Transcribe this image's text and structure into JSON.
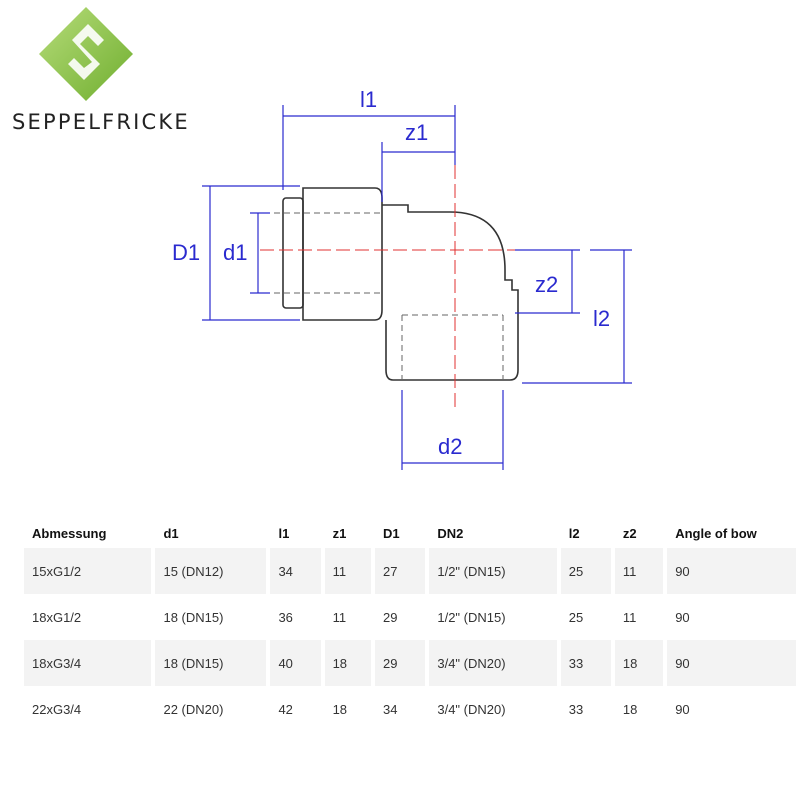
{
  "logo": {
    "text": "SEPPELFRICKE",
    "color": "#8dc63f"
  },
  "drawing": {
    "labels": {
      "l1": "l1",
      "z1": "z1",
      "D1": "D1",
      "d1": "d1",
      "z2": "z2",
      "l2": "l2",
      "d2": "d2"
    },
    "dim_color": "#2a2acf",
    "axis_color": "#e03030"
  },
  "table": {
    "headers": [
      "Abmessung",
      "d1",
      "l1",
      "z1",
      "D1",
      "DN2",
      "l2",
      "z2",
      "Angle of bow"
    ],
    "rows": [
      [
        "15xG1/2",
        "15 (DN12)",
        "34",
        "11",
        "27",
        "1/2\" (DN15)",
        "25",
        "11",
        "90"
      ],
      [
        "18xG1/2",
        "18 (DN15)",
        "36",
        "11",
        "29",
        "1/2\" (DN15)",
        "25",
        "11",
        "90"
      ],
      [
        "18xG3/4",
        "18 (DN15)",
        "40",
        "18",
        "29",
        "3/4\" (DN20)",
        "33",
        "18",
        "90"
      ],
      [
        "22xG3/4",
        "22 (DN20)",
        "42",
        "18",
        "34",
        "3/4\" (DN20)",
        "33",
        "18",
        "90"
      ]
    ]
  }
}
